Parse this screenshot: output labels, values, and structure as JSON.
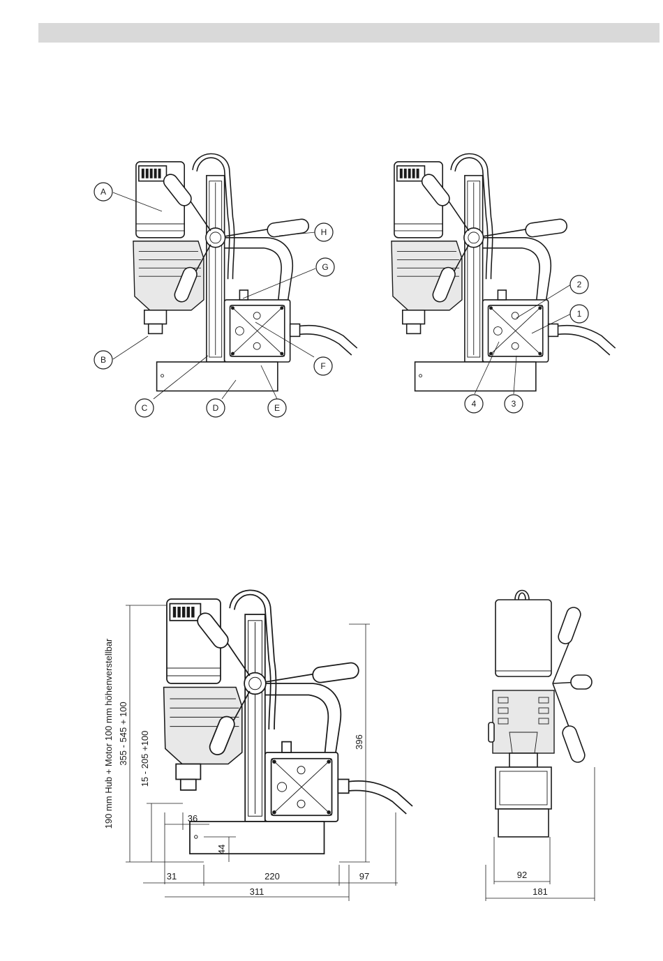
{
  "header_bar": {
    "color": "#d9d9d9"
  },
  "figure_left": {
    "callouts": [
      {
        "id": "A",
        "label": "A"
      },
      {
        "id": "B",
        "label": "B"
      },
      {
        "id": "C",
        "label": "C"
      },
      {
        "id": "D",
        "label": "D"
      },
      {
        "id": "E",
        "label": "E"
      },
      {
        "id": "F",
        "label": "F"
      },
      {
        "id": "G",
        "label": "G"
      },
      {
        "id": "H",
        "label": "H"
      }
    ]
  },
  "figure_right": {
    "callouts": [
      {
        "id": "1",
        "label": "1"
      },
      {
        "id": "2",
        "label": "2"
      },
      {
        "id": "3",
        "label": "3"
      },
      {
        "id": "4",
        "label": "4"
      }
    ]
  },
  "dimensions": {
    "height_total": "355 - 545 + 100",
    "height_spindle": "15 - 205 +100",
    "stroke_note": "190 mm Hub + Motor 100 mm höhenverstellbar",
    "column_height": "396",
    "spindle_offset": "36",
    "base_height": "44",
    "front_offset": "31",
    "base_length": "220",
    "rear_offset": "97",
    "total_length": "311",
    "base_width": "92",
    "total_width": "181"
  }
}
